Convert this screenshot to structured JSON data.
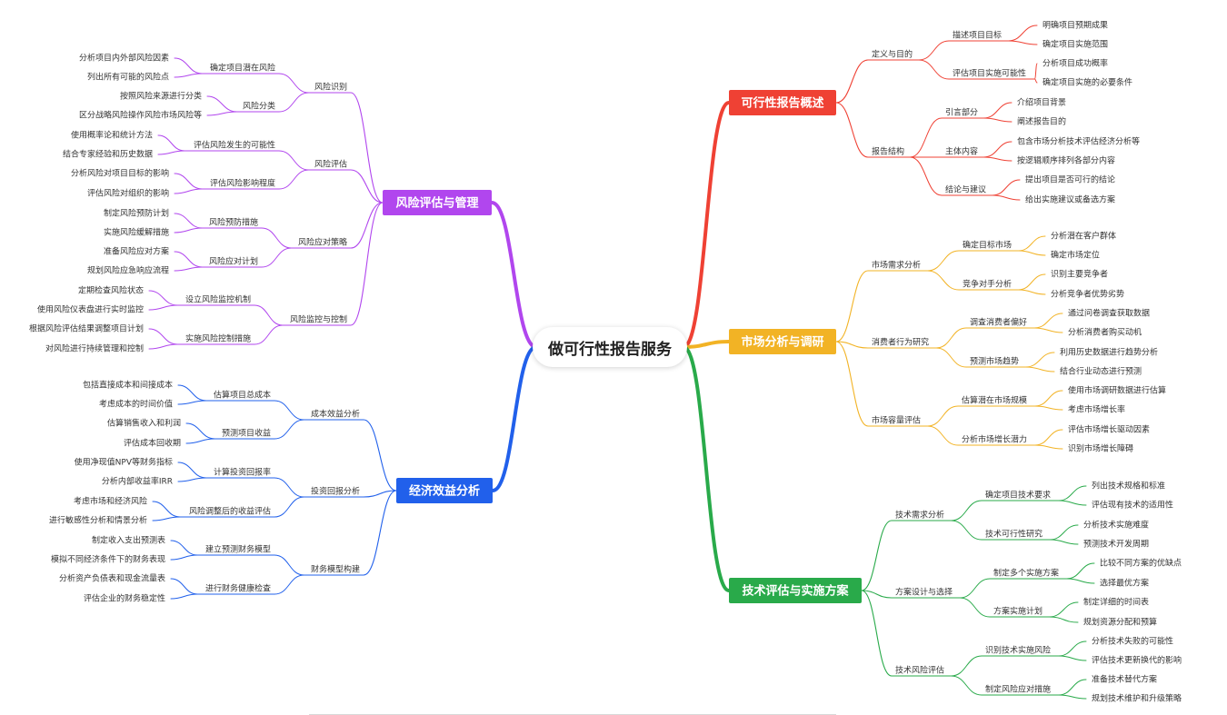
{
  "root": "做可行性报告服务",
  "branches": [
    {
      "id": "feasibility",
      "label": "可行性报告概述",
      "color": "#EF4134",
      "children": [
        {
          "label": "定义与目的",
          "children": [
            {
              "label": "描述项目目标",
              "children": [
                "明确项目预期成果",
                "确定项目实施范围"
              ]
            },
            {
              "label": "评估项目实施可能性",
              "children": [
                "分析项目成功概率",
                "确定项目实施的必要条件"
              ]
            }
          ]
        },
        {
          "label": "报告结构",
          "children": [
            {
              "label": "引言部分",
              "children": [
                "介绍项目背景",
                "阐述报告目的"
              ]
            },
            {
              "label": "主体内容",
              "children": [
                "包含市场分析技术评估经济分析等",
                "按逻辑顺序排列各部分内容"
              ]
            },
            {
              "label": "结论与建议",
              "children": [
                "提出项目是否可行的结论",
                "给出实施建议或备选方案"
              ]
            }
          ]
        }
      ]
    },
    {
      "id": "market",
      "label": "市场分析与调研",
      "color": "#F2B325",
      "children": [
        {
          "label": "市场需求分析",
          "children": [
            {
              "label": "确定目标市场",
              "children": [
                "分析潜在客户群体",
                "确定市场定位"
              ]
            },
            {
              "label": "竞争对手分析",
              "children": [
                "识别主要竞争者",
                "分析竞争者优势劣势"
              ]
            }
          ]
        },
        {
          "label": "消费者行为研究",
          "children": [
            {
              "label": "调查消费者偏好",
              "children": [
                "通过问卷调查获取数据",
                "分析消费者购买动机"
              ]
            },
            {
              "label": "预测市场趋势",
              "children": [
                "利用历史数据进行趋势分析",
                "结合行业动态进行预测"
              ]
            }
          ]
        },
        {
          "label": "市场容量评估",
          "children": [
            {
              "label": "估算潜在市场规模",
              "children": [
                "使用市场调研数据进行估算",
                "考虑市场增长率"
              ]
            },
            {
              "label": "分析市场增长潜力",
              "children": [
                "评估市场增长驱动因素",
                "识别市场增长障碍"
              ]
            }
          ]
        }
      ]
    },
    {
      "id": "tech",
      "label": "技术评估与实施方案",
      "color": "#29AA4A",
      "children": [
        {
          "label": "技术需求分析",
          "children": [
            {
              "label": "确定项目技术要求",
              "children": [
                "列出技术规格和标准",
                "评估现有技术的适用性"
              ]
            },
            {
              "label": "技术可行性研究",
              "children": [
                "分析技术实施难度",
                "预测技术开发周期"
              ]
            }
          ]
        },
        {
          "label": "方案设计与选择",
          "children": [
            {
              "label": "制定多个实施方案",
              "children": [
                "比较不同方案的优缺点",
                "选择最优方案"
              ]
            },
            {
              "label": "方案实施计划",
              "children": [
                "制定详细的时间表",
                "规划资源分配和预算"
              ]
            }
          ]
        },
        {
          "label": "技术风险评估",
          "children": [
            {
              "label": "识别技术实施风险",
              "children": [
                "分析技术失败的可能性",
                "评估技术更新换代的影响"
              ]
            },
            {
              "label": "制定风险应对措施",
              "children": [
                "准备技术替代方案",
                "规划技术维护和升级策略"
              ]
            }
          ]
        }
      ]
    },
    {
      "id": "risk",
      "label": "风险评估与管理",
      "color": "#B146EE",
      "children": [
        {
          "label": "风险识别",
          "children": [
            {
              "label": "确定项目潜在风险",
              "children": [
                "分析项目内外部风险因素",
                "列出所有可能的风险点"
              ]
            },
            {
              "label": "风险分类",
              "children": [
                "按照风险来源进行分类",
                "区分战略风险操作风险市场风险等"
              ]
            }
          ]
        },
        {
          "label": "风险评估",
          "children": [
            {
              "label": "评估风险发生的可能性",
              "children": [
                "使用概率论和统计方法",
                "结合专家经验和历史数据"
              ]
            },
            {
              "label": "评估风险影响程度",
              "children": [
                "分析风险对项目目标的影响",
                "评估风险对组织的影响"
              ]
            }
          ]
        },
        {
          "label": "风险应对策略",
          "children": [
            {
              "label": "风险预防措施",
              "children": [
                "制定风险预防计划",
                "实施风险缓解措施"
              ]
            },
            {
              "label": "风险应对计划",
              "children": [
                "准备风险应对方案",
                "规划风险应急响应流程"
              ]
            }
          ]
        },
        {
          "label": "风险监控与控制",
          "children": [
            {
              "label": "设立风险监控机制",
              "children": [
                "定期检查风险状态",
                "使用风险仪表盘进行实时监控"
              ]
            },
            {
              "label": "实施风险控制措施",
              "children": [
                "根据风险评估结果调整项目计划",
                "对风险进行持续管理和控制"
              ]
            }
          ]
        }
      ]
    },
    {
      "id": "economic",
      "label": "经济效益分析",
      "color": "#2160EB",
      "children": [
        {
          "label": "成本效益分析",
          "children": [
            {
              "label": "估算项目总成本",
              "children": [
                "包括直接成本和间接成本",
                "考虑成本的时间价值"
              ]
            },
            {
              "label": "预测项目收益",
              "children": [
                "估算销售收入和利润",
                "评估成本回收期"
              ]
            }
          ]
        },
        {
          "label": "投资回报分析",
          "children": [
            {
              "label": "计算投资回报率",
              "children": [
                "使用净现值NPV等财务指标",
                "分析内部收益率IRR"
              ]
            },
            {
              "label": "风险调整后的收益评估",
              "children": [
                "考虑市场和经济风险",
                "进行敏感性分析和情景分析"
              ]
            }
          ]
        },
        {
          "label": "财务模型构建",
          "children": [
            {
              "label": "建立预测财务模型",
              "children": [
                "制定收入支出预测表",
                "模拟不同经济条件下的财务表现"
              ]
            },
            {
              "label": "进行财务健康检查",
              "children": [
                "分析资产负债表和现金流量表",
                "评估企业的财务稳定性"
              ]
            }
          ]
        }
      ]
    }
  ]
}
